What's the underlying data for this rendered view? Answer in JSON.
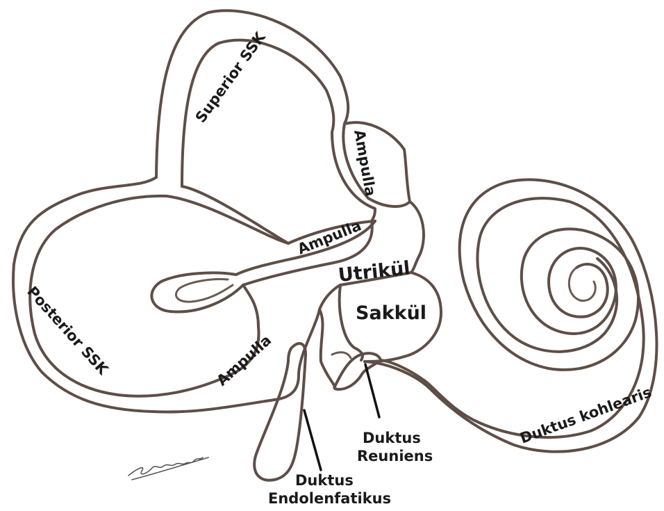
{
  "labels": {
    "superior_ssk": "Superior SSK",
    "posterior_ssk": "Posterior SSK",
    "ampulla_top": "Ampulla",
    "ampulla_middle": "Ampulla",
    "ampulla_bottom": "Ampulla",
    "utrikul": "Utrikül",
    "sakkul": "Sakkül",
    "duktus_kohlearis": "Duktus kohlearis",
    "duktus_reuniens_line1": "Duktus",
    "duktus_reuniens_line2": "Reuniens",
    "duktus_endolenfatikus_line1": "Duktus",
    "duktus_endolenfatikus_line2": "Endolenfatikus"
  },
  "colors": {
    "outline": "#5e4e46",
    "label": "#1a1a1a",
    "background": "#ffffff"
  }
}
